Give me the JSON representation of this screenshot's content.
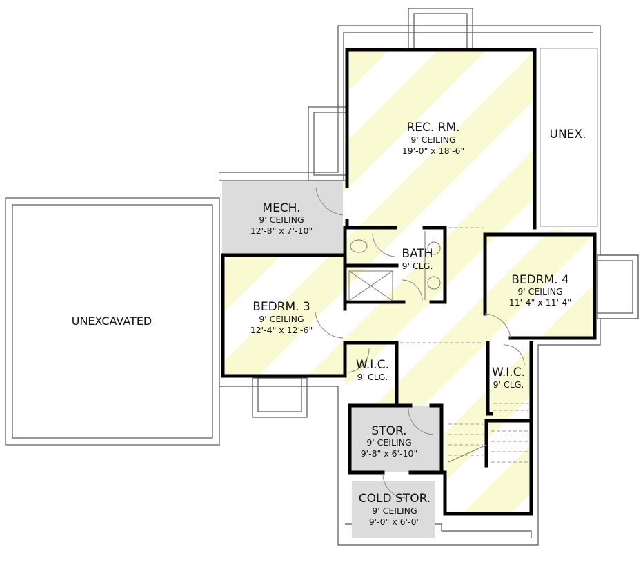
{
  "plan": {
    "colors": {
      "highlight": "#fafad2",
      "storage_grey": "#dcdcdc",
      "wall": "#000000"
    },
    "rooms": {
      "rec": {
        "name": "REC. RM.",
        "ceiling": "9' CEILING",
        "size": "19'-0\" x 18'-6\""
      },
      "unex": {
        "name": "UNEX."
      },
      "mech": {
        "name": "MECH.",
        "ceiling": "9' CEILING",
        "size": "12'-8\" x 7'-10\""
      },
      "bath": {
        "name": "BATH",
        "ceiling": "9' CLG."
      },
      "bed4": {
        "name": "BEDRM. 4",
        "ceiling": "9' CEILING",
        "size": "11'-4\" x 11'-4\""
      },
      "bed3": {
        "name": "BEDRM. 3",
        "ceiling": "9' CEILING",
        "size": "12'-4\" x 12'-6\""
      },
      "unexcavated": {
        "name": "UNEXCAVATED"
      },
      "wic1": {
        "name": "W.I.C.",
        "ceiling": "9' CLG."
      },
      "wic2": {
        "name": "W.I.C.",
        "ceiling": "9' CLG."
      },
      "stor": {
        "name": "STOR.",
        "ceiling": "9' CEILING",
        "size": "9'-8\" x 6'-10\""
      },
      "cold": {
        "name": "COLD STOR.",
        "ceiling": "9' CEILING",
        "size": "9'-0\" x 6'-0\""
      }
    }
  }
}
